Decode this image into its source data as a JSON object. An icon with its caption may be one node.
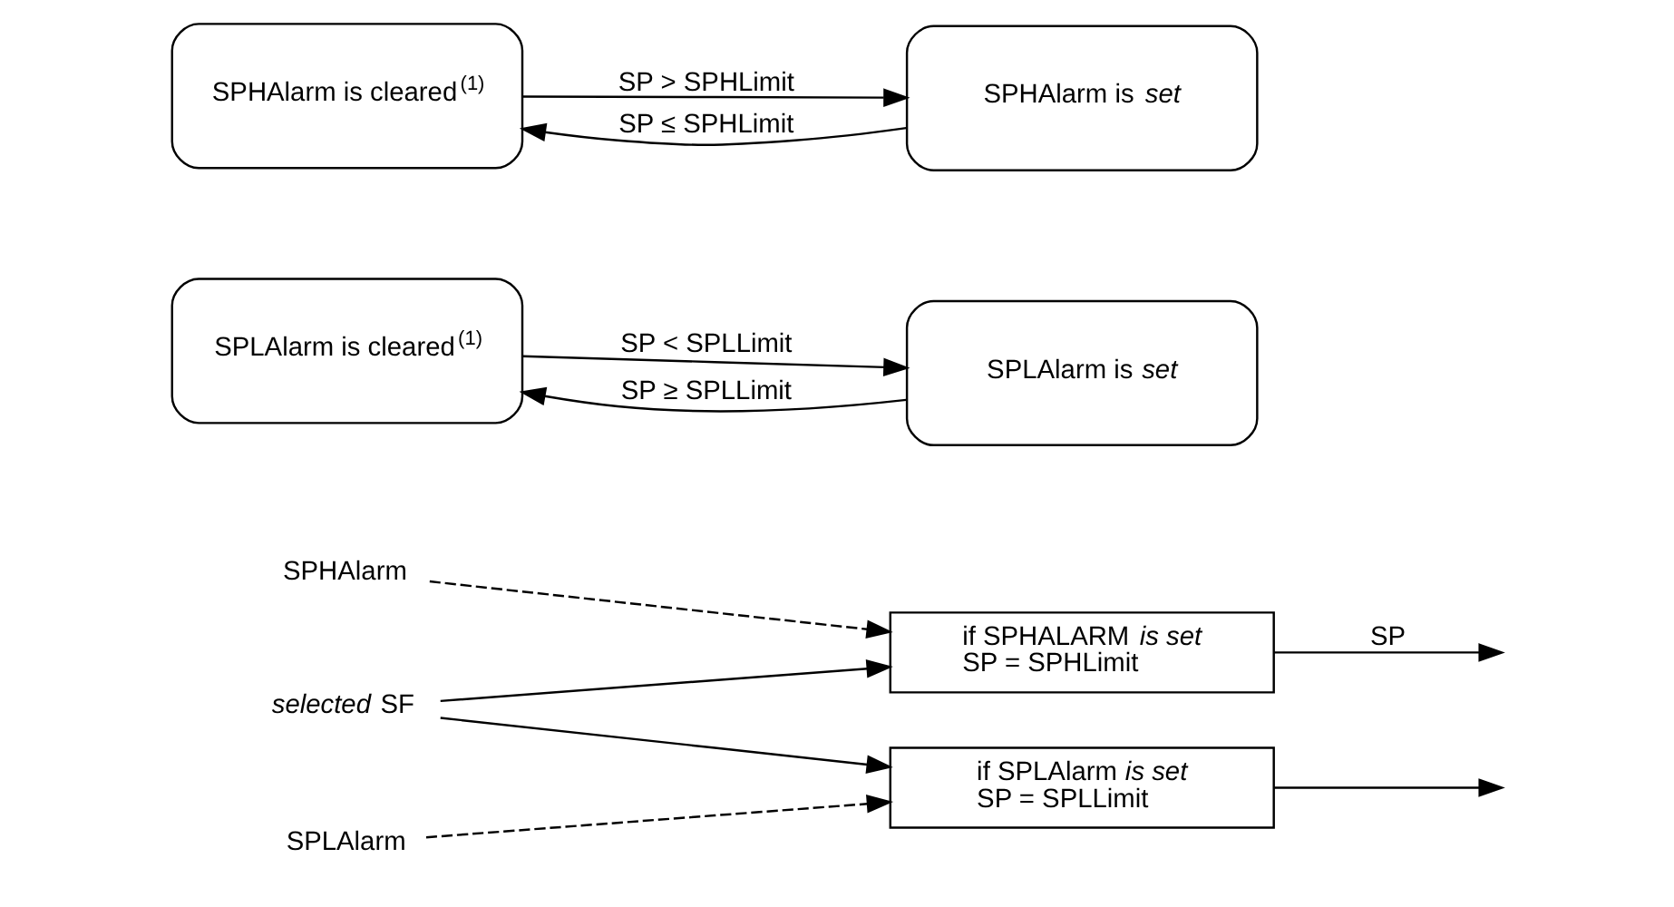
{
  "diagram": {
    "nodes": [
      {
        "text": [
          "SPHAlarm is cleared$^{(1)}$"
        ]
      },
      {
        "text": [
          "SPHAlarm is *set*"
        ]
      },
      {
        "text": [
          "SPLAlarm is cleared$^{(1)}$"
        ]
      },
      {
        "text": [
          "SPLAlarm is *set*"
        ]
      },
      {
        "text": [
          "*selected* SF"
        ]
      },
      {
        "text": [
          "SPHAlarm"
        ]
      },
      {
        "text": [
          "SPLAlarm"
        ]
      },
      {
        "text": [
          "if SPHALARM *is set*",
          "SP = SPHLimit"
        ]
      },
      {
        "text": [
          "if SPLAlarm *is set*",
          "SP = SPLLimit"
        ]
      }
    ],
    "edges": [
      {
        "from": 0,
        "to": 1,
        "arrow": "to",
        "label": "SP > SPHLimit"
      },
      {
        "from": 1,
        "to": 0,
        "arrow": "to",
        "label": "SP ≤ SPHLimit"
      },
      {
        "from": 2,
        "to": 3,
        "arrow": "to",
        "label": "SP < SPLLimit"
      },
      {
        "from": 3,
        "to": 2,
        "arrow": "to",
        "label": "SP ≥ SPLLimit"
      },
      {
        "from": 4,
        "to": 7,
        "arrow": "to"
      },
      {
        "from": 4,
        "to": 8,
        "arrow": "to"
      },
      {
        "from": 5,
        "to": 7,
        "arrow": "to",
        "style": "dashed"
      },
      {
        "from": 6,
        "to": 8,
        "arrow": "to",
        "style": "dashed"
      },
      {
        "from": 7,
        "to": null,
        "arrow": "to",
        "label": "SP"
      },
      {
        "from": 8,
        "to": null,
        "arrow": "to"
      }
    ]
  }
}
